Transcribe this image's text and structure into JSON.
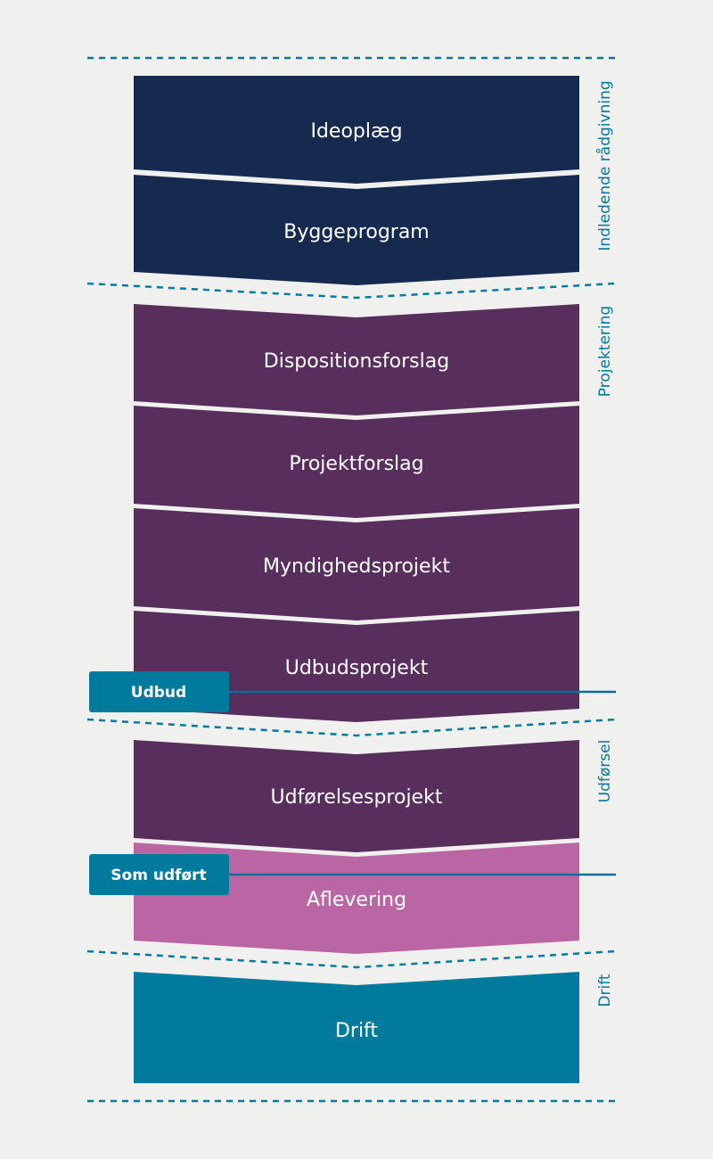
{
  "diagram": {
    "colors": {
      "background": "#f0f0ef",
      "navy": "#162a4f",
      "purple": "#582e5d",
      "pink": "#bb66a4",
      "teal": "#007b9d",
      "separator": "#ffffff",
      "phase_label": "#007b9d"
    },
    "phases": [
      {
        "label": "Indledende rådgivning"
      },
      {
        "label": "Projektering"
      },
      {
        "label": "Udførsel"
      },
      {
        "label": "Drift"
      }
    ],
    "stages": [
      {
        "label": "Ideoplæg",
        "color": "navy"
      },
      {
        "label": "Byggeprogram",
        "color": "navy"
      },
      {
        "label": "Dispositionsforslag",
        "color": "purple"
      },
      {
        "label": "Projektforslag",
        "color": "purple"
      },
      {
        "label": "Myndighedsprojekt",
        "color": "purple"
      },
      {
        "label": "Udbudsprojekt",
        "color": "purple"
      },
      {
        "label": "Udførelsesprojekt",
        "color": "purple"
      },
      {
        "label": "Aflevering",
        "color": "pink"
      },
      {
        "label": "Drift",
        "color": "teal"
      }
    ],
    "milestones": [
      {
        "label": "Udbud"
      },
      {
        "label": "Som udført"
      }
    ]
  }
}
